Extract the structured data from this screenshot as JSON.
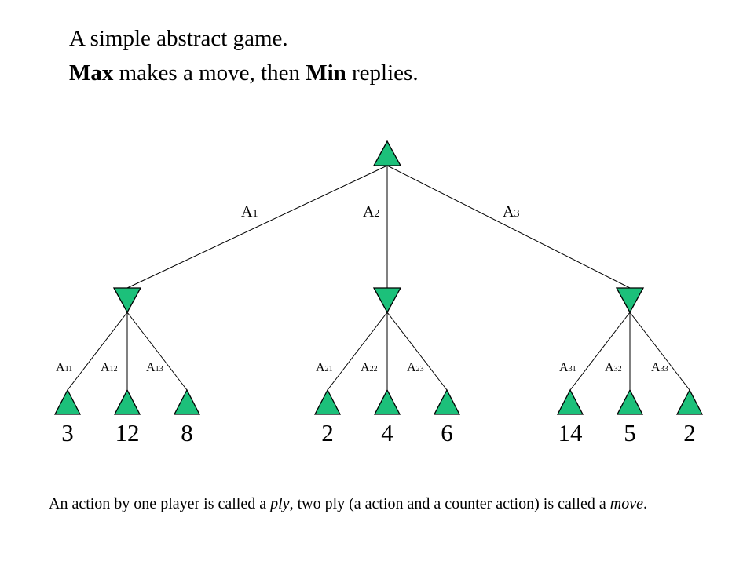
{
  "title": {
    "line1": "A simple abstract game.",
    "line2": {
      "max": "Max",
      "mid": " makes a move, then ",
      "min": "Min",
      "end": " replies."
    }
  },
  "tree": {
    "root": {
      "type": "max"
    },
    "node_color": "#1cc07a",
    "branches": [
      {
        "action": {
          "base": "A",
          "sub": "1"
        },
        "min_node": {
          "type": "min"
        },
        "children": [
          {
            "action": {
              "base": "A",
              "sub": "11"
            },
            "value": "3"
          },
          {
            "action": {
              "base": "A",
              "sub": "12"
            },
            "value": "12"
          },
          {
            "action": {
              "base": "A",
              "sub": "13"
            },
            "value": "8"
          }
        ]
      },
      {
        "action": {
          "base": "A",
          "sub": "2"
        },
        "min_node": {
          "type": "min"
        },
        "children": [
          {
            "action": {
              "base": "A",
              "sub": "21"
            },
            "value": "2"
          },
          {
            "action": {
              "base": "A",
              "sub": "22"
            },
            "value": "4"
          },
          {
            "action": {
              "base": "A",
              "sub": "23"
            },
            "value": "6"
          }
        ]
      },
      {
        "action": {
          "base": "A",
          "sub": "3"
        },
        "min_node": {
          "type": "min"
        },
        "children": [
          {
            "action": {
              "base": "A",
              "sub": "31"
            },
            "value": "14"
          },
          {
            "action": {
              "base": "A",
              "sub": "32"
            },
            "value": "5"
          },
          {
            "action": {
              "base": "A",
              "sub": "33"
            },
            "value": "2"
          }
        ]
      }
    ]
  },
  "footnote": {
    "part1": "An action by one player is called a ",
    "ply": "ply",
    "part2": ", two ply (a action and a counter action) is called a ",
    "move": "move",
    "part3": "."
  }
}
